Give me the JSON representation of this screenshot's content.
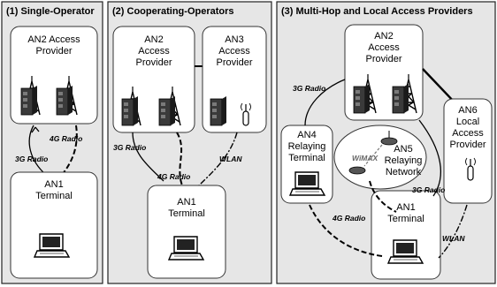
{
  "panels": [
    {
      "title": "(1) Single-Operator"
    },
    {
      "title": "(2) Cooperating-Operators"
    },
    {
      "title": "(3) Multi-Hop and Local Access Providers"
    }
  ],
  "nodes": {
    "p1_an2": {
      "line1": "AN2 Access",
      "line2": "Provider"
    },
    "p1_an1": {
      "line1": "AN1",
      "line2": "Terminal"
    },
    "p2_an2": {
      "line1": "AN2",
      "line2": "Access",
      "line3": "Provider"
    },
    "p2_an3": {
      "line1": "AN3",
      "line2": "Access",
      "line3": "Provider"
    },
    "p2_an1": {
      "line1": "AN1",
      "line2": "Terminal"
    },
    "p3_an2": {
      "line1": "AN2",
      "line2": "Access",
      "line3": "Provider"
    },
    "p3_an4": {
      "line1": "AN4",
      "line2": "Relaying",
      "line3": "Terminal"
    },
    "p3_an5": {
      "line1": "AN5",
      "line2": "Relaying",
      "line3": "Network"
    },
    "p3_an6": {
      "line1": "AN6",
      "line2": "Local",
      "line3": "Access",
      "line4": "Provider"
    },
    "p3_an1": {
      "line1": "AN1",
      "line2": "Terminal"
    }
  },
  "links": {
    "p1_3g": "3G Radio",
    "p1_4g": "4G Radio",
    "p2_3g": "3G Radio",
    "p2_4g": "4G Radio",
    "p2_wlan": "WLAN",
    "p3_3g_top": "3G Radio",
    "p3_3g_mid": "3G Radio",
    "p3_4g": "4G Radio",
    "p3_wlan": "WLAN",
    "p3_wimax": "WiMAX"
  },
  "icons": [
    "cell-tower-icon",
    "base-station-building-icon",
    "laptop-icon",
    "wlan-access-point-icon",
    "wimax-router-icon"
  ]
}
